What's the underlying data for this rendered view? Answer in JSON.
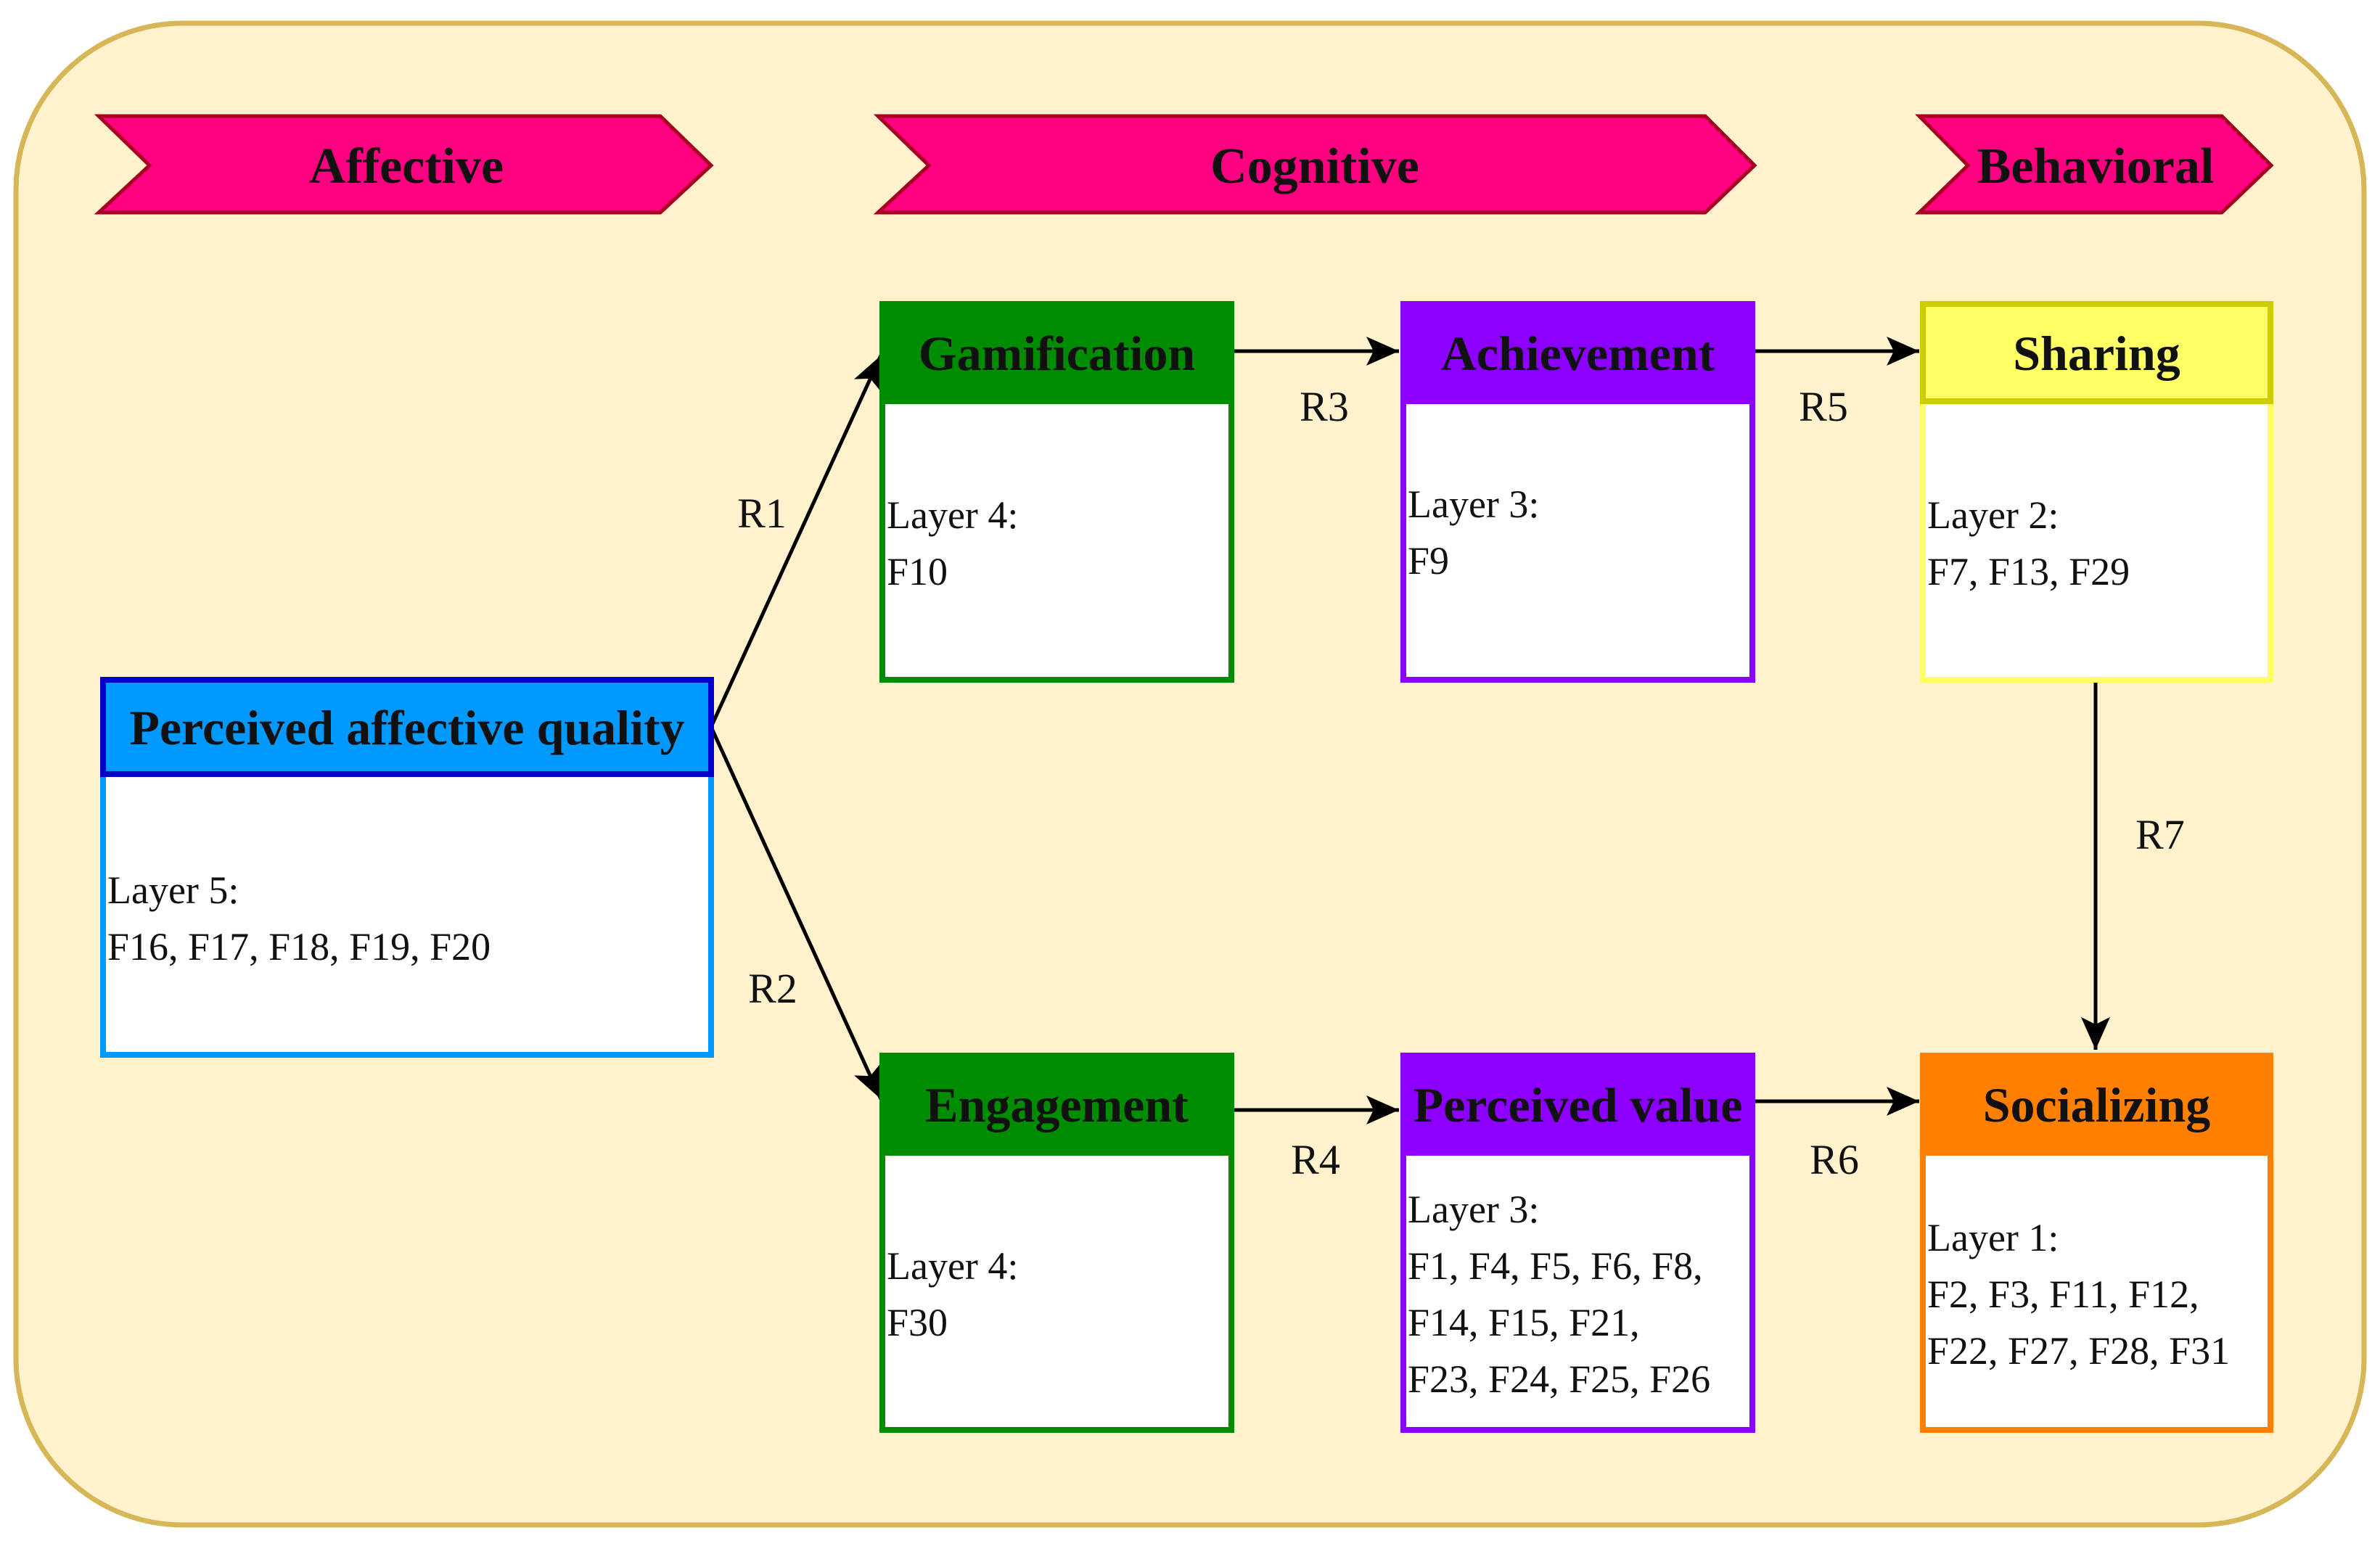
{
  "stages": [
    {
      "label": "Affective"
    },
    {
      "label": "Cognitive"
    },
    {
      "label": "Behavioral"
    }
  ],
  "boxes": [
    {
      "id": "perceived-affective-quality",
      "title": "Perceived affective quality",
      "lines": [
        "Layer 5:",
        "F16, F17, F18, F19, F20"
      ],
      "color": "#0099ff",
      "border": "#0099ff",
      "title_border": "#0000cc"
    },
    {
      "id": "gamification",
      "title": "Gamification",
      "lines": [
        "Layer 4:",
        "F10"
      ],
      "color": "#008c00",
      "border": "#008c00",
      "title_border": "#008c00"
    },
    {
      "id": "engagement",
      "title": "Engagement",
      "lines": [
        "Layer 4:",
        "F30"
      ],
      "color": "#008c00",
      "border": "#008c00",
      "title_border": "#008c00"
    },
    {
      "id": "achievement",
      "title": "Achievement",
      "lines": [
        "Layer 3:",
        "F9"
      ],
      "color": "#8c00ff",
      "border": "#8c00ff",
      "title_border": "#8c00ff"
    },
    {
      "id": "perceived-value",
      "title": "Perceived value",
      "lines": [
        "Layer 3:",
        "F1, F4, F5, F6, F8,",
        "F14, F15, F21,",
        "F23, F24, F25, F26"
      ],
      "color": "#8c00ff",
      "border": "#8c00ff",
      "title_border": "#8c00ff"
    },
    {
      "id": "sharing",
      "title": "Sharing",
      "lines": [
        "Layer 2:",
        "F7, F13, F29"
      ],
      "color": "#ffff66",
      "border": "#ffff66",
      "title_border": "#cccc00"
    },
    {
      "id": "socializing",
      "title": "Socializing",
      "lines": [
        "Layer 1:",
        "F2, F3, F11, F12,",
        "F22, F27, F28, F31"
      ],
      "color": "#ff8000",
      "border": "#ff8000",
      "title_border": "#ff8000"
    }
  ],
  "relations": [
    {
      "label": "R1"
    },
    {
      "label": "R2"
    },
    {
      "label": "R3"
    },
    {
      "label": "R4"
    },
    {
      "label": "R5"
    },
    {
      "label": "R6"
    },
    {
      "label": "R7"
    }
  ],
  "colors": {
    "background": "#fff2cc",
    "background_border": "#d6b656",
    "chevron_fill": "#ff0080",
    "chevron_border": "#a50021",
    "arrow": "#000000"
  }
}
